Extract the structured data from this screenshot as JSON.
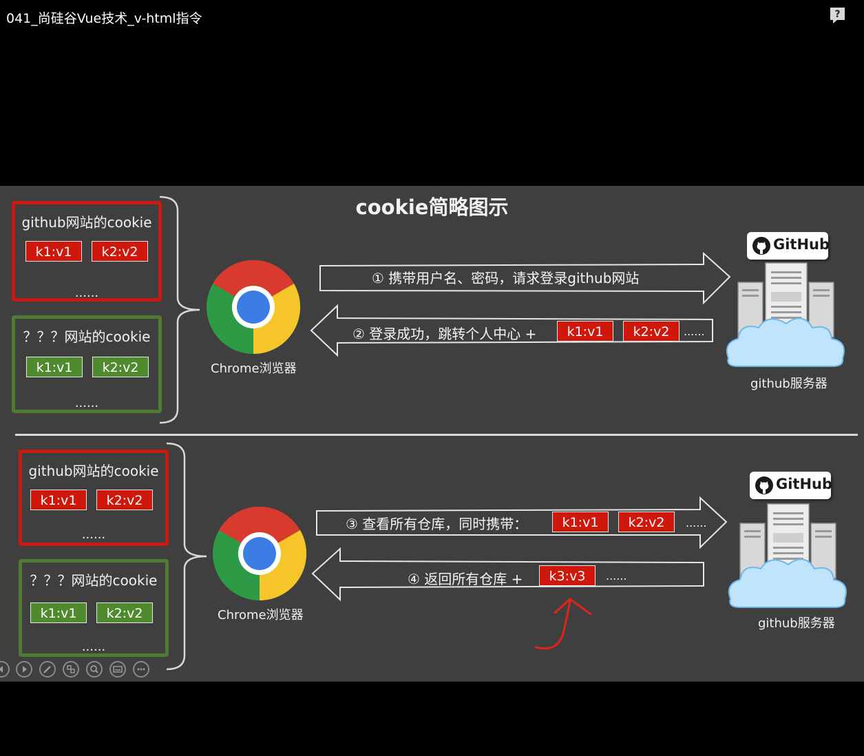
{
  "window": {
    "title": "041_尚硅谷Vue技术_v-html指令",
    "help_icon": "question-mark-icon"
  },
  "slide": {
    "title": "cookie简略图示",
    "top": {
      "red_box": {
        "title": "github网站的cookie",
        "kv": [
          "k1:v1",
          "k2:v2"
        ],
        "ellipsis": "......"
      },
      "green_box": {
        "title": "？？？网站的cookie",
        "kv": [
          "k1:v1",
          "k2:v2"
        ],
        "ellipsis": "......"
      },
      "chrome_label": "Chrome浏览器",
      "arrow1_text": "① 携带用户名、密码，请求登录github网站",
      "arrow2_text": "② 登录成功，跳转个人中心 +",
      "arrow2_kv": [
        "k1:v1",
        "k2:v2"
      ],
      "arrow2_dots": "......",
      "github_label": "GitHub",
      "server_label": "github服务器"
    },
    "bottom": {
      "red_box": {
        "title": "github网站的cookie",
        "kv": [
          "k1:v1",
          "k2:v2"
        ],
        "ellipsis": "......"
      },
      "green_box": {
        "title": "？？？网站的cookie",
        "kv": [
          "k1:v1",
          "k2:v2"
        ],
        "ellipsis": "......"
      },
      "chrome_label": "Chrome浏览器",
      "arrow3_text": "③ 查看所有仓库，同时携带：",
      "arrow3_kv": [
        "k1:v1",
        "k2:v2"
      ],
      "arrow3_dots": "......",
      "arrow4_text": "④ 返回所有仓库 +",
      "arrow4_kv": "k3:v3",
      "arrow4_dots": "......",
      "github_label": "GitHub",
      "server_label": "github服务器"
    }
  },
  "colors": {
    "red": "#d0170b",
    "green": "#4f8a2f",
    "slide_bg": "#3f3f3f",
    "annotation": "#e0241b"
  },
  "controls": [
    "prev-icon",
    "next-icon",
    "pen-icon",
    "slides-icon",
    "zoom-icon",
    "subtitles-icon",
    "more-icon"
  ]
}
